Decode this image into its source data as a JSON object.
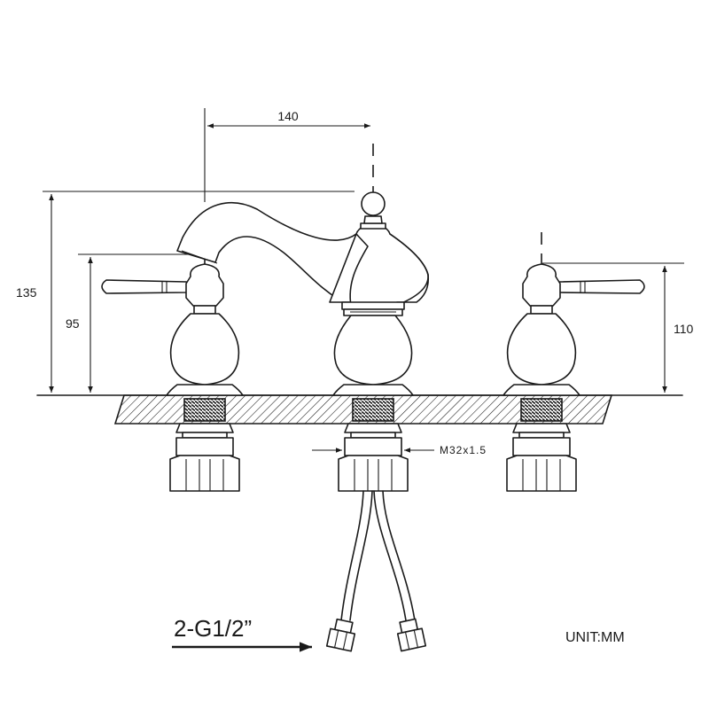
{
  "dimensions": {
    "spread": "140",
    "overall_height": "135",
    "spout_height": "95",
    "handle_height": "110"
  },
  "thread_label": "M32x1.5",
  "inlet_label": "2-G1/2”",
  "unit_label": "UNIT:MM"
}
